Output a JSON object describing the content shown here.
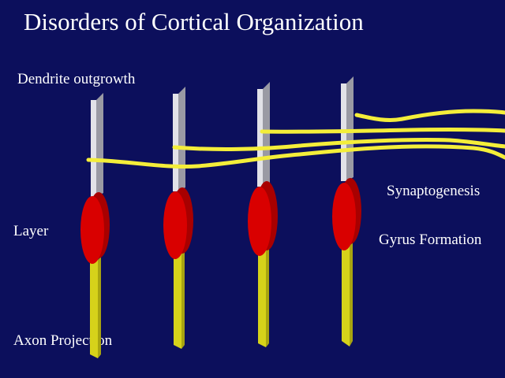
{
  "slide": {
    "title": "Disorders of Cortical Organization"
  },
  "labels": {
    "dendrite": "Dendrite outgrowth",
    "layer": "Layer",
    "axon": "Axon Projection",
    "synaptogenesis": "Synaptogenesis",
    "gyrus": "Gyrus Formation"
  },
  "colors": {
    "background": "#0c0f5c",
    "text": "#ffffff",
    "dendrite_front": "#e2e2e8",
    "dendrite_side": "#9a9aa4",
    "cell_body": "#d90000",
    "cell_body_dark": "#a80000",
    "axon_front": "#d6d21a",
    "axon_side": "#a8a410",
    "fiber": "#f4ee3a"
  },
  "neuron_count": 4
}
